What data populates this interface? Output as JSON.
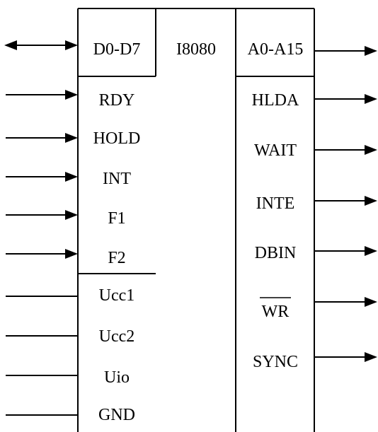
{
  "chip": {
    "name": "I8080"
  },
  "left_pins": [
    {
      "label": "D0-D7",
      "direction": "bidirectional"
    },
    {
      "label": "RDY",
      "direction": "input"
    },
    {
      "label": "HOLD",
      "direction": "input"
    },
    {
      "label": "INT",
      "direction": "input"
    },
    {
      "label": "F1",
      "direction": "input"
    },
    {
      "label": "F2",
      "direction": "input"
    },
    {
      "label": "Ucc1",
      "direction": "none"
    },
    {
      "label": "Ucc2",
      "direction": "none"
    },
    {
      "label": "Uio",
      "direction": "none"
    },
    {
      "label": "GND",
      "direction": "none"
    }
  ],
  "right_pins": [
    {
      "label": "A0-A15",
      "direction": "output"
    },
    {
      "label": "HLDA",
      "direction": "output"
    },
    {
      "label": "WAIT",
      "direction": "output"
    },
    {
      "label": "INTE",
      "direction": "output"
    },
    {
      "label": "DBIN",
      "direction": "output"
    },
    {
      "label": "WR",
      "direction": "output",
      "overline": true
    },
    {
      "label": "SYNC",
      "direction": "output"
    }
  ]
}
